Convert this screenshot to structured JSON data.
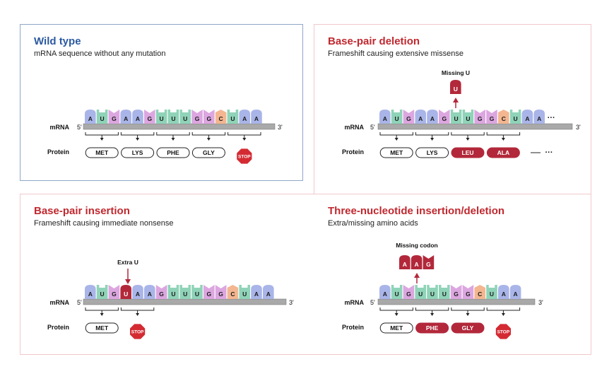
{
  "colors": {
    "A": "#a9b5e8",
    "U": "#8fd3b8",
    "G": "#dca6e0",
    "C": "#f3b690",
    "mutant": "#b2283a",
    "stop": "#d42b33",
    "backbone": "#a9a9a9",
    "blue_title": "#2c5aa0",
    "red_title": "#c0282f"
  },
  "labels": {
    "mrna": "mRNA",
    "protein": "Protein",
    "five": "5'",
    "three": "3'",
    "stop": "STOP",
    "ellipsis": "···"
  },
  "panels": {
    "wild_type": {
      "title": "Wild type",
      "subtitle": "mRNA sequence without any mutation",
      "bases": [
        "A",
        "U",
        "G",
        "A",
        "A",
        "G",
        "U",
        "U",
        "U",
        "G",
        "G",
        "C",
        "U",
        "A",
        "A"
      ],
      "proteins": [
        "MET",
        "LYS",
        "PHE",
        "GLY"
      ]
    },
    "deletion": {
      "title": "Base-pair deletion",
      "subtitle": "Frameshift causing extensive missense",
      "callout": "Missing U",
      "removed": [
        "U"
      ],
      "bases": [
        "A",
        "U",
        "G",
        "A",
        "A",
        "G",
        "U",
        "U",
        "G",
        "G",
        "C",
        "U",
        "A",
        "A"
      ],
      "proteins": [
        "MET",
        "LYS",
        "LEU",
        "ALA"
      ],
      "mutant_proteins": [
        "LEU",
        "ALA"
      ]
    },
    "insertion": {
      "title": "Base-pair insertion",
      "subtitle": "Frameshift causing immediate nonsense",
      "callout": "Extra U",
      "bases": [
        "A",
        "U",
        "G",
        "U",
        "A",
        "A",
        "G",
        "U",
        "U",
        "U",
        "G",
        "G",
        "C",
        "U",
        "A",
        "A"
      ],
      "proteins": [
        "MET"
      ]
    },
    "triplet": {
      "title": "Three-nucleotide insertion/deletion",
      "subtitle": "Extra/missing amino acids",
      "callout": "Missing codon",
      "removed": [
        "A",
        "A",
        "G"
      ],
      "bases": [
        "A",
        "U",
        "G",
        "U",
        "U",
        "U",
        "G",
        "G",
        "C",
        "U",
        "A",
        "A"
      ],
      "proteins": [
        "MET",
        "PHE",
        "GLY"
      ],
      "mutant_proteins": [
        "PHE",
        "GLY"
      ]
    }
  }
}
